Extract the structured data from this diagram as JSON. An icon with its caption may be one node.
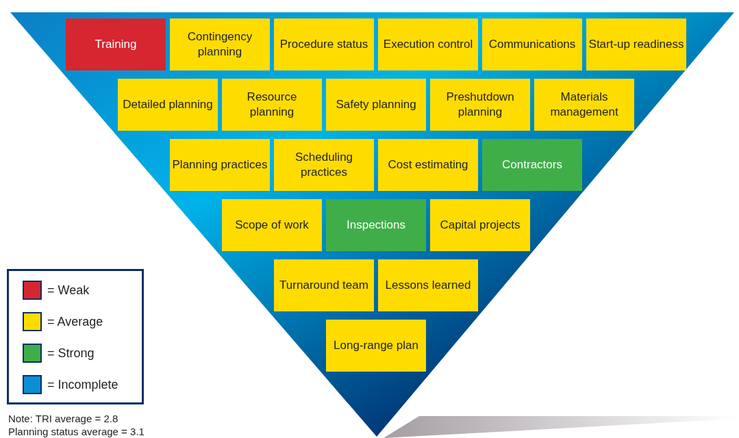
{
  "diagram": {
    "nodes": [
      {
        "text": [
          "Training"
        ]
      },
      {
        "text": [
          "Contingency planning"
        ]
      },
      {
        "text": [
          "Procedure status"
        ]
      },
      {
        "text": [
          "Execution control"
        ]
      },
      {
        "text": [
          "Communications"
        ]
      },
      {
        "text": [
          "Start-up readiness"
        ]
      },
      {
        "text": [
          "Detailed planning"
        ]
      },
      {
        "text": [
          "Resource planning"
        ]
      },
      {
        "text": [
          "Safety planning"
        ]
      },
      {
        "text": [
          "Preshutdown planning"
        ]
      },
      {
        "text": [
          "Materials management"
        ]
      },
      {
        "text": [
          "Planning practices"
        ]
      },
      {
        "text": [
          "Scheduling practices"
        ]
      },
      {
        "text": [
          "Cost estimating"
        ]
      },
      {
        "text": [
          "Contractors"
        ]
      },
      {
        "text": [
          "Scope of work"
        ]
      },
      {
        "text": [
          "Inspections"
        ]
      },
      {
        "text": [
          "Capital projects"
        ]
      },
      {
        "text": [
          "Turnaround team"
        ]
      },
      {
        "text": [
          "Lessons learned"
        ]
      },
      {
        "text": [
          "Long-range plan"
        ]
      }
    ],
    "labels": [
      "Note: TRI average = 2.8",
      "Planning status average = 3.1"
    ],
    "legend": [
      {
        "text": "= Weak",
        "color": "#d6262f"
      },
      {
        "text": "= Average",
        "color": "#ffdc00"
      },
      {
        "text": "= Strong",
        "color": "#3fae49"
      },
      {
        "text": "= Incomplete",
        "color": "#0b8ed6"
      }
    ]
  }
}
